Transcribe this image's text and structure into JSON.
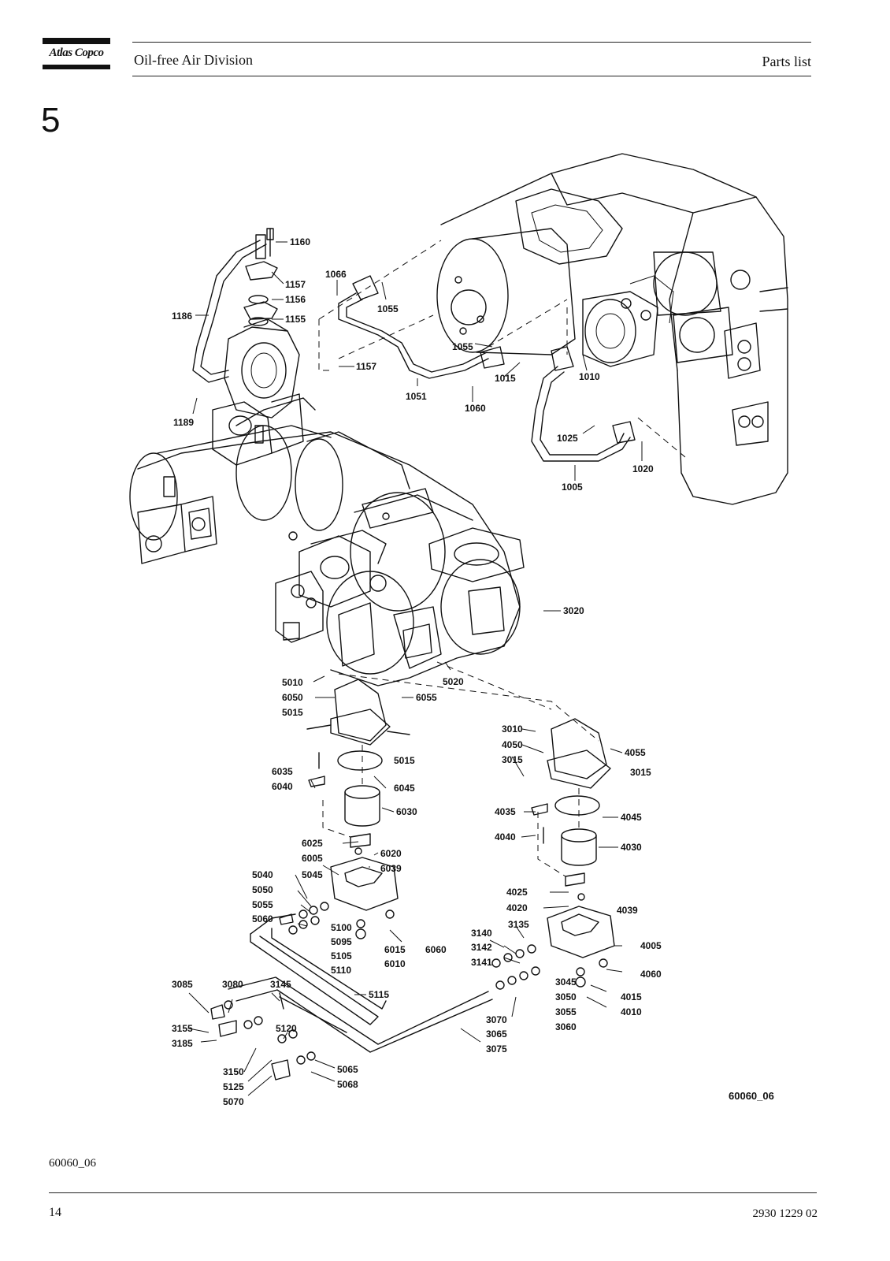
{
  "header": {
    "logo_text": "Atlas Copco",
    "division": "Oil-free Air Division",
    "doc_type": "Parts list"
  },
  "section_number": "5",
  "callouts": [
    {
      "id": "1160"
    },
    {
      "id": "1157"
    },
    {
      "id": "1156"
    },
    {
      "id": "1155"
    },
    {
      "id": "1186"
    },
    {
      "id": "1066"
    },
    {
      "id": "1055"
    },
    {
      "id": "1055"
    },
    {
      "id": "1157"
    },
    {
      "id": "1051"
    },
    {
      "id": "1060"
    },
    {
      "id": "1015"
    },
    {
      "id": "1010"
    },
    {
      "id": "1025"
    },
    {
      "id": "1020"
    },
    {
      "id": "1005"
    },
    {
      "id": "1189"
    },
    {
      "id": "3020"
    },
    {
      "id": "5020"
    },
    {
      "id": "5010"
    },
    {
      "id": "6050"
    },
    {
      "id": "6055"
    },
    {
      "id": "5015"
    },
    {
      "id": "5015"
    },
    {
      "id": "6035"
    },
    {
      "id": "6045"
    },
    {
      "id": "6040"
    },
    {
      "id": "6030"
    },
    {
      "id": "3010"
    },
    {
      "id": "4050"
    },
    {
      "id": "4055"
    },
    {
      "id": "3015"
    },
    {
      "id": "3015"
    },
    {
      "id": "4035"
    },
    {
      "id": "4045"
    },
    {
      "id": "4040"
    },
    {
      "id": "4030"
    },
    {
      "id": "6025"
    },
    {
      "id": "6020"
    },
    {
      "id": "6005"
    },
    {
      "id": "6039"
    },
    {
      "id": "5040"
    },
    {
      "id": "5045"
    },
    {
      "id": "5050"
    },
    {
      "id": "5055"
    },
    {
      "id": "5060"
    },
    {
      "id": "5100"
    },
    {
      "id": "5095"
    },
    {
      "id": "5105"
    },
    {
      "id": "5110"
    },
    {
      "id": "6015"
    },
    {
      "id": "6060"
    },
    {
      "id": "6010"
    },
    {
      "id": "4025"
    },
    {
      "id": "4020"
    },
    {
      "id": "4039"
    },
    {
      "id": "3140"
    },
    {
      "id": "3135"
    },
    {
      "id": "3142"
    },
    {
      "id": "3141"
    },
    {
      "id": "4005"
    },
    {
      "id": "4060"
    },
    {
      "id": "3045"
    },
    {
      "id": "3050"
    },
    {
      "id": "4015"
    },
    {
      "id": "3055"
    },
    {
      "id": "4010"
    },
    {
      "id": "3060"
    },
    {
      "id": "3070"
    },
    {
      "id": "3065"
    },
    {
      "id": "3075"
    },
    {
      "id": "3085"
    },
    {
      "id": "3080"
    },
    {
      "id": "3145"
    },
    {
      "id": "5115"
    },
    {
      "id": "3155"
    },
    {
      "id": "5120"
    },
    {
      "id": "3185"
    },
    {
      "id": "3150"
    },
    {
      "id": "5065"
    },
    {
      "id": "5125"
    },
    {
      "id": "5068"
    },
    {
      "id": "5070"
    }
  ],
  "figure_code": "60060_06",
  "figure_ref": "60060_06",
  "footer": {
    "page_number": "14",
    "doc_number": "2930 1229 02"
  }
}
